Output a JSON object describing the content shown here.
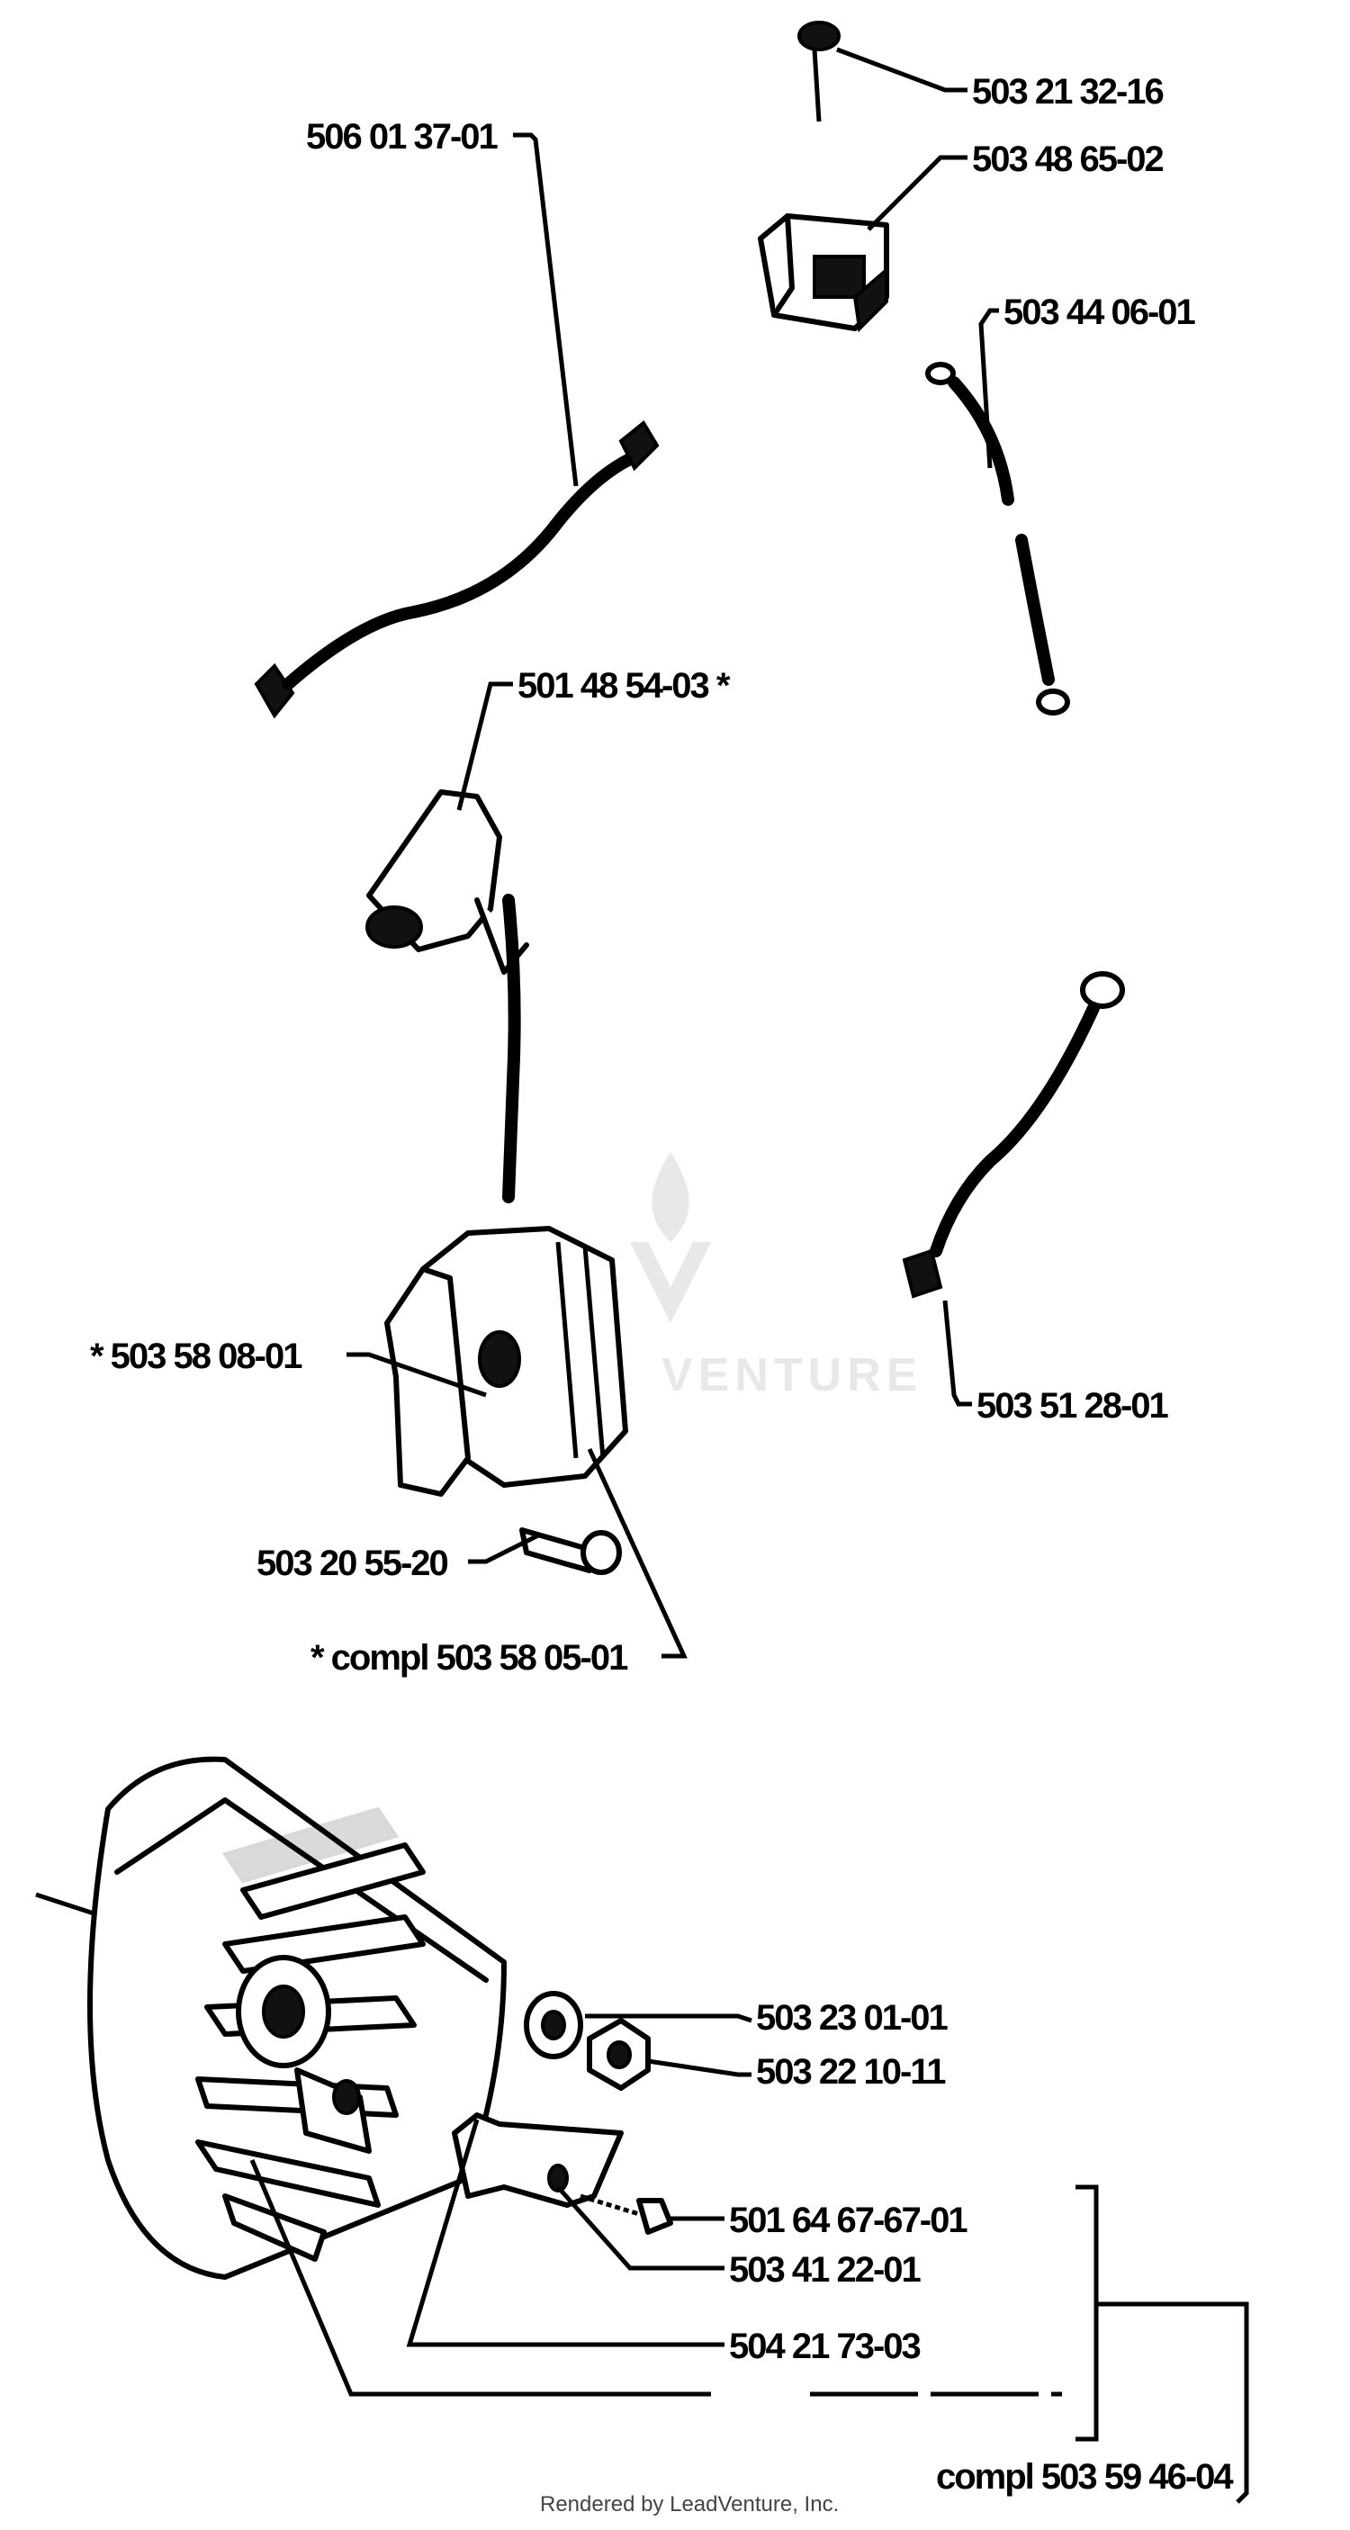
{
  "parts": [
    {
      "id": "p1",
      "label": "503 21 32-16"
    },
    {
      "id": "p2",
      "label": "503 48 65-02"
    },
    {
      "id": "p3",
      "label": "506 01 37-01"
    },
    {
      "id": "p4",
      "label": "503 44 06-01"
    },
    {
      "id": "p5",
      "label": "501 48 54-03 *"
    },
    {
      "id": "p6",
      "label": "* 503 58 08-01"
    },
    {
      "id": "p7",
      "label": "503 51 28-01"
    },
    {
      "id": "p8",
      "label": "503 20 55-20"
    },
    {
      "id": "p9",
      "label": "* compl 503 58 05-01"
    },
    {
      "id": "p10",
      "label": "503 23 01-01"
    },
    {
      "id": "p11",
      "label": "503 22 10-11"
    },
    {
      "id": "p12",
      "label": "501 64 67-67-01"
    },
    {
      "id": "p13",
      "label": "503 41 22-01"
    },
    {
      "id": "p14",
      "label": "504 21 73-03"
    },
    {
      "id": "p15",
      "label": "compl 503 59 46-04"
    }
  ],
  "watermark": {
    "text": "VENTURE"
  },
  "footer": {
    "text": "Rendered by LeadVenture, Inc."
  }
}
